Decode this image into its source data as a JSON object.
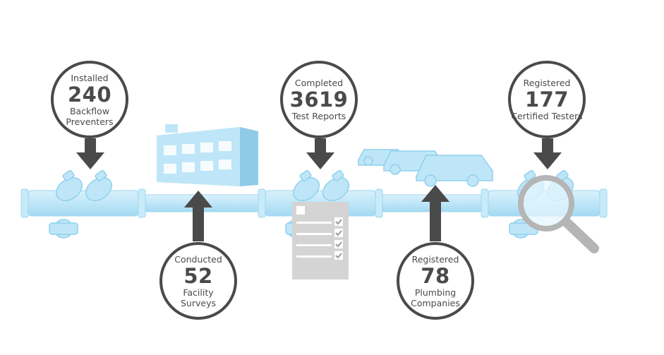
{
  "colors": {
    "pipe": "#bfe6f8",
    "pipe_edge": "#8fd0ee",
    "arrow": "#4a4a4a",
    "circle_border": "#4a4a4a",
    "text": "#4a4a4a",
    "clipboard": "#d4d4d4"
  },
  "stats": [
    {
      "label": "Installed",
      "value": "240",
      "sub1": "Backflow",
      "sub2": "Preventers"
    },
    {
      "label": "Conducted",
      "value": "52",
      "sub1": "Facility",
      "sub2": "Surveys"
    },
    {
      "label": "Completed",
      "value": "3619",
      "sub1": "Test Reports",
      "sub2": ""
    },
    {
      "label": "Registered",
      "value": "78",
      "sub1": "Plumbing",
      "sub2": "Companies"
    },
    {
      "label": "Registered",
      "value": "177",
      "sub1": "Certified Testers",
      "sub2": ""
    }
  ],
  "icons": {
    "building": "building-icon",
    "vans": "van-icon",
    "clipboard": "checklist-clipboard-icon",
    "magnifier": "magnifying-glass-icon",
    "valve": "backflow-valve-icon"
  }
}
